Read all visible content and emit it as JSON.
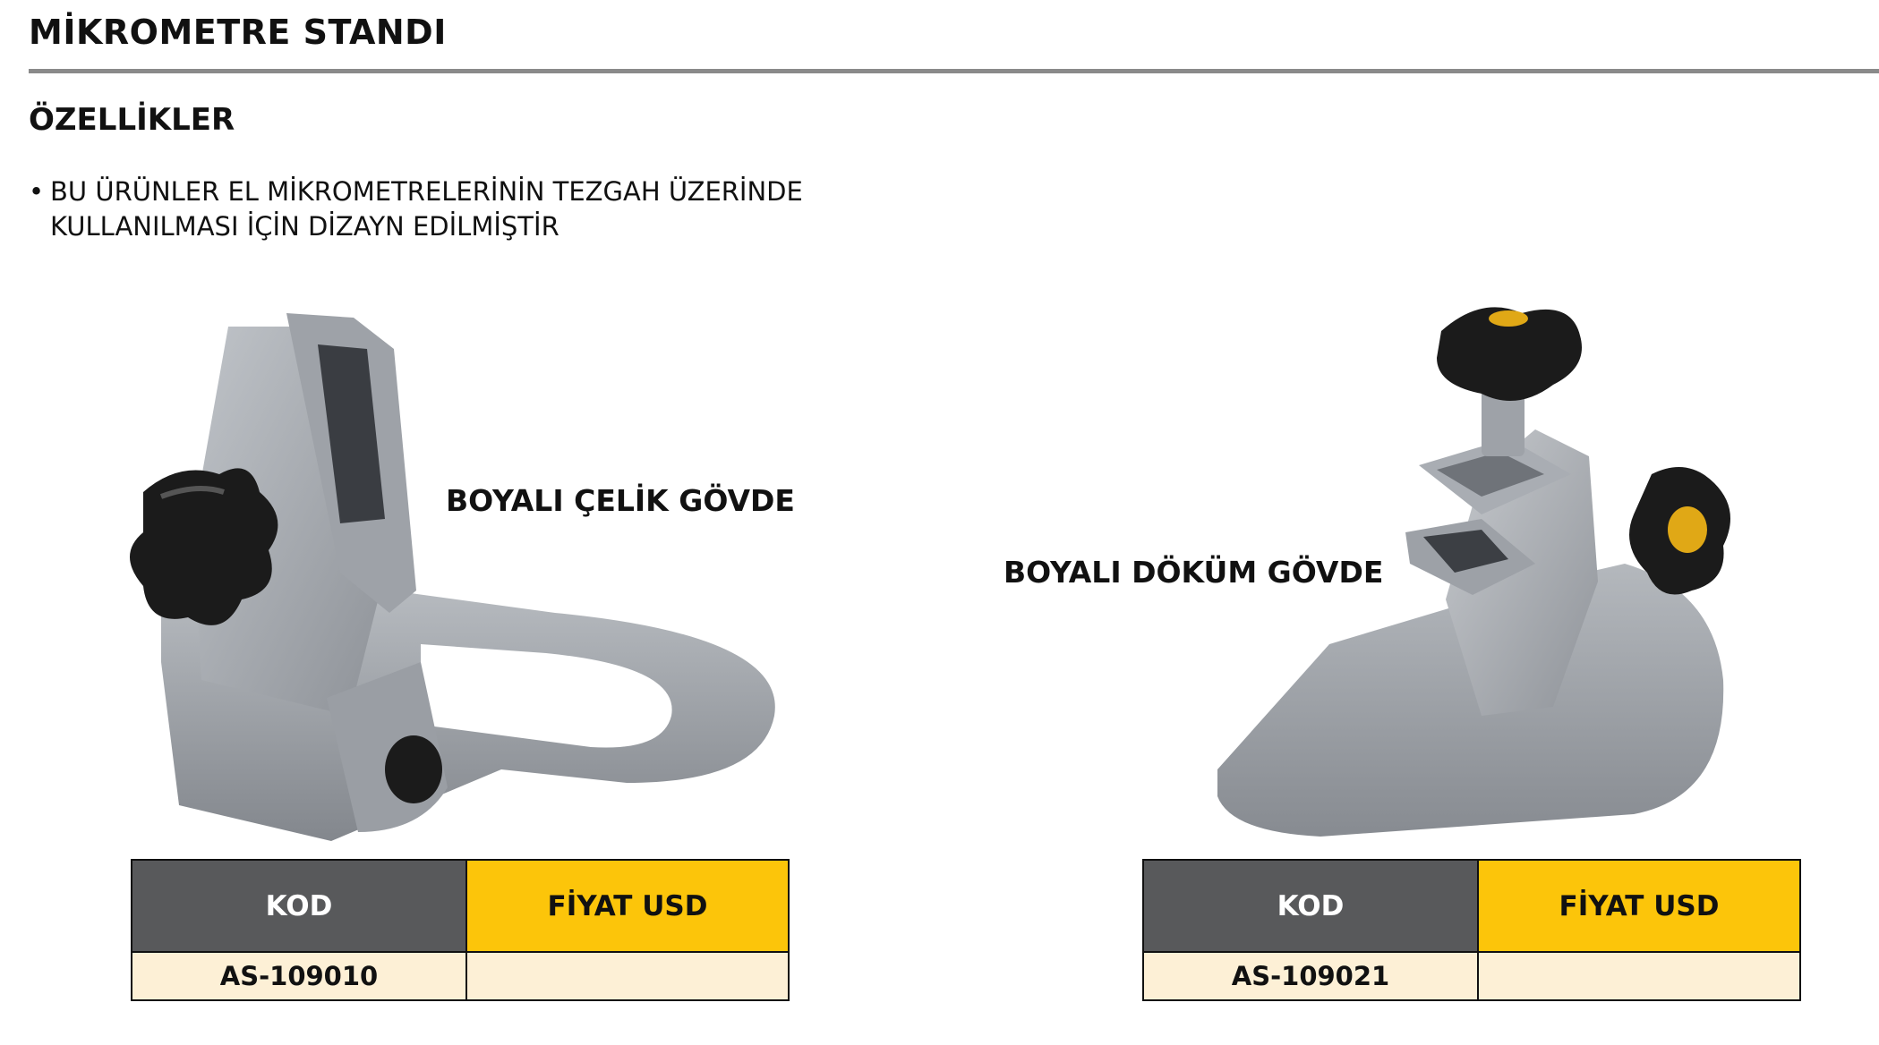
{
  "page": {
    "title": "MİKROMETRE STANDI",
    "section_heading": "ÖZELLİKLER",
    "features": [
      {
        "bullet": "•",
        "line1": "BU ÜRÜNLER EL MİKROMETRELERİNİN TEZGAH ÜZERİNDE",
        "line2": "KULLANILMASI İÇİN DİZAYN EDİLMİŞTİR"
      }
    ]
  },
  "products": [
    {
      "body_label": "BOYALI ÇELİK GÖVDE",
      "table": {
        "headers": [
          "KOD",
          "FİYAT USD"
        ],
        "code": "AS-109010",
        "price": ""
      }
    },
    {
      "body_label": "BOYALI DÖKÜM GÖVDE",
      "table": {
        "headers": [
          "KOD",
          "FİYAT USD"
        ],
        "code": "AS-109021",
        "price": ""
      }
    }
  ],
  "colors": {
    "header_code_bg": "#58595b",
    "header_price_bg": "#fcc50a",
    "row_bg": "#fdf0d6",
    "title_rule": "#8a8a8a",
    "stand_gray": "#a9adb3",
    "knob_black": "#1b1b1b",
    "knob_yellow": "#e0a816"
  },
  "icons": {
    "product_1": "steel-micrometer-stand-image",
    "product_2": "cast-micrometer-stand-image"
  }
}
